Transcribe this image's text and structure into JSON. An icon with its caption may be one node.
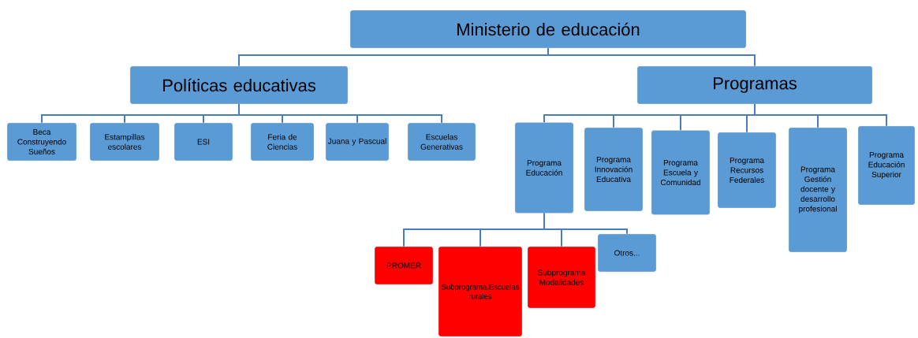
{
  "diagram": {
    "nodes": [
      {
        "text": [
          "Ministerio de educación"
        ]
      },
      {
        "text": [
          "Políticas educativas"
        ]
      },
      {
        "text": [
          "Programas"
        ]
      },
      {
        "text": [
          "Beca Construyendo Sueños"
        ]
      },
      {
        "text": [
          "Estampillas escolares"
        ]
      },
      {
        "text": [
          "ESI"
        ]
      },
      {
        "text": [
          "Feria de Ciencias"
        ]
      },
      {
        "text": [
          "Juana y Pascual"
        ]
      },
      {
        "text": [
          "Escuelas Generativas"
        ]
      },
      {
        "text": [
          "Programa Educación"
        ]
      },
      {
        "text": [
          "Programa Innovación Educativa"
        ]
      },
      {
        "text": [
          "Programa Escuela y Comunidad"
        ]
      },
      {
        "text": [
          "Programa Recursos Federales"
        ]
      },
      {
        "text": [
          "Programa Gestión docente y desarrollo profesional"
        ]
      },
      {
        "text": [
          "Programa Educación Superior"
        ]
      },
      {
        "text": [
          "PROMER"
        ]
      },
      {
        "text": [
          "Subprograma.Escuelas rurales"
        ]
      },
      {
        "text": [
          "Subprograma Modalidades"
        ]
      },
      {
        "text": [
          "Otros..."
        ]
      }
    ],
    "edges": [
      {
        "from": 0,
        "to": 1,
        "arrow": "none"
      },
      {
        "from": 0,
        "to": 2,
        "arrow": "none"
      },
      {
        "from": 1,
        "to": 3,
        "arrow": "none"
      },
      {
        "from": 1,
        "to": 4,
        "arrow": "none"
      },
      {
        "from": 1,
        "to": 5,
        "arrow": "none"
      },
      {
        "from": 1,
        "to": 6,
        "arrow": "none"
      },
      {
        "from": 1,
        "to": 7,
        "arrow": "none"
      },
      {
        "from": 1,
        "to": 8,
        "arrow": "none"
      },
      {
        "from": 2,
        "to": 9,
        "arrow": "none"
      },
      {
        "from": 2,
        "to": 10,
        "arrow": "none"
      },
      {
        "from": 2,
        "to": 11,
        "arrow": "none"
      },
      {
        "from": 2,
        "to": 12,
        "arrow": "none"
      },
      {
        "from": 2,
        "to": 13,
        "arrow": "none"
      },
      {
        "from": 2,
        "to": 14,
        "arrow": "none"
      },
      {
        "from": 9,
        "to": 15,
        "arrow": "none"
      },
      {
        "from": 9,
        "to": 16,
        "arrow": "none"
      },
      {
        "from": 9,
        "to": 17,
        "arrow": "none"
      },
      {
        "from": 9,
        "to": 18,
        "arrow": "none"
      }
    ]
  }
}
